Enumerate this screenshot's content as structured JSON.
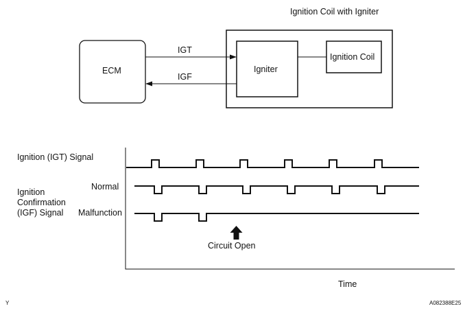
{
  "block_diagram": {
    "assembly_title": "Ignition Coil with Igniter",
    "ecm_label": "ECM",
    "igniter_label": "Igniter",
    "ignition_coil_label": "Ignition Coil",
    "igt_signal_label": "IGT",
    "igf_signal_label": "IGF"
  },
  "timing_chart": {
    "igt_row_label": "Ignition (IGT) Signal",
    "igf_group_label": "Ignition\nConfirmation\n(IGF) Signal",
    "normal_label": "Normal",
    "malfunction_label": "Malfunction",
    "annotation": "Circuit Open",
    "x_axis_label": "Time",
    "igt_pulse_count": 6,
    "igf_normal_pulse_count": 6,
    "igf_malfunction_pulse_count": 2
  },
  "footer": {
    "left_mark": "Y",
    "figure_code": "A082388E25"
  }
}
